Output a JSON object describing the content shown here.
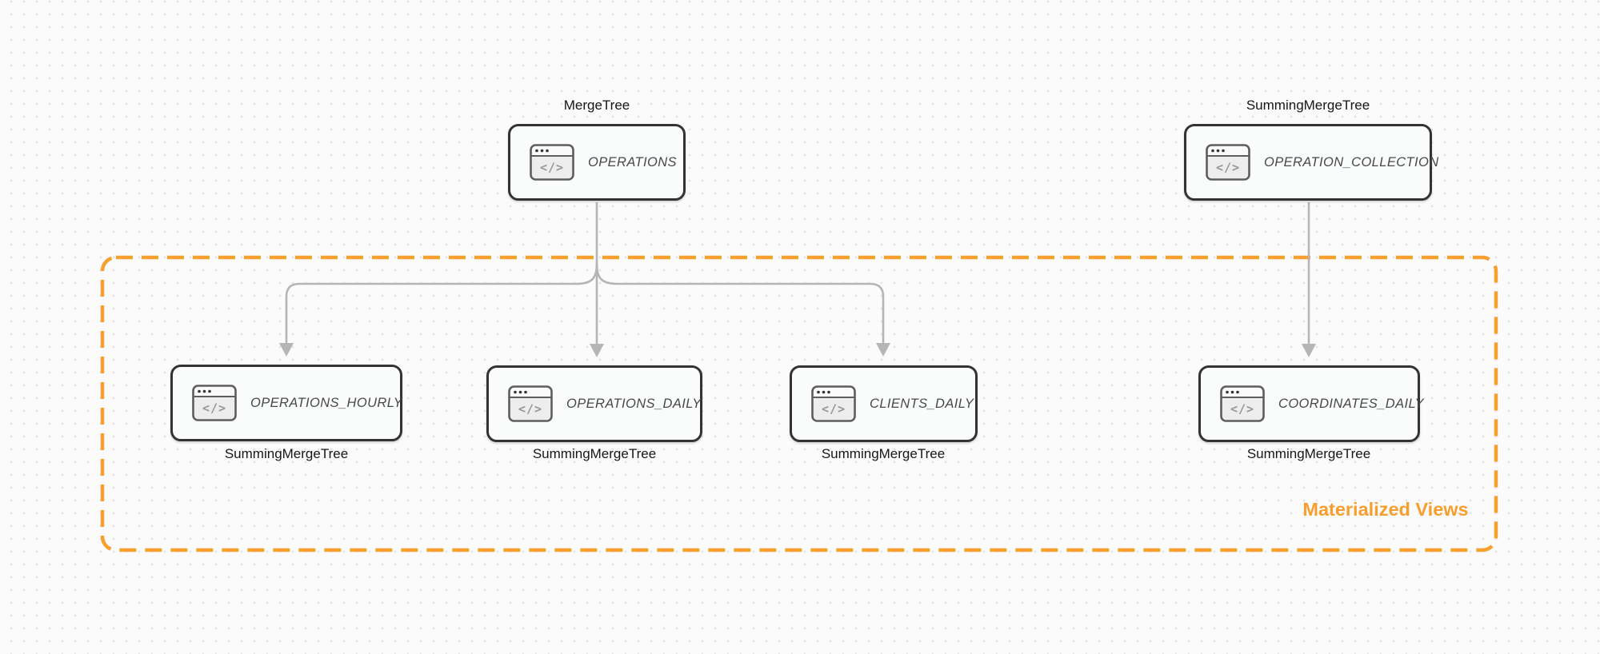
{
  "diagram_title": "Materialized Views",
  "icon": {
    "glyph": "</>",
    "name": "code-window-icon"
  },
  "colors": {
    "accent_orange": "#F79F2E",
    "arrow_gray": "#b5b5b5",
    "node_border": "#333333",
    "node_fill": "#fafbfb",
    "canvas_bg": "#fbfbfb",
    "dot_grid": "#e4e4e8"
  },
  "nodes": {
    "operations": {
      "table": "OPERATIONS",
      "engine": "MergeTree"
    },
    "operation_collection": {
      "table": "OPERATION_COLLECTION",
      "engine": "SummingMergeTree"
    },
    "operations_hourly": {
      "table": "OPERATIONS_HOURLY",
      "engine": "SummingMergeTree"
    },
    "operations_daily": {
      "table": "OPERATIONS_DAILY",
      "engine": "SummingMergeTree"
    },
    "clients_daily": {
      "table": "CLIENTS_DAILY",
      "engine": "SummingMergeTree"
    },
    "coordinates_daily": {
      "table": "COORDINATES_DAILY",
      "engine": "SummingMergeTree"
    }
  },
  "group": {
    "label": "Materialized Views"
  },
  "edges": [
    {
      "from": "OPERATIONS",
      "to": "OPERATIONS_HOURLY"
    },
    {
      "from": "OPERATIONS",
      "to": "OPERATIONS_DAILY"
    },
    {
      "from": "OPERATIONS",
      "to": "CLIENTS_DAILY"
    },
    {
      "from": "OPERATION_COLLECTION",
      "to": "COORDINATES_DAILY"
    }
  ]
}
